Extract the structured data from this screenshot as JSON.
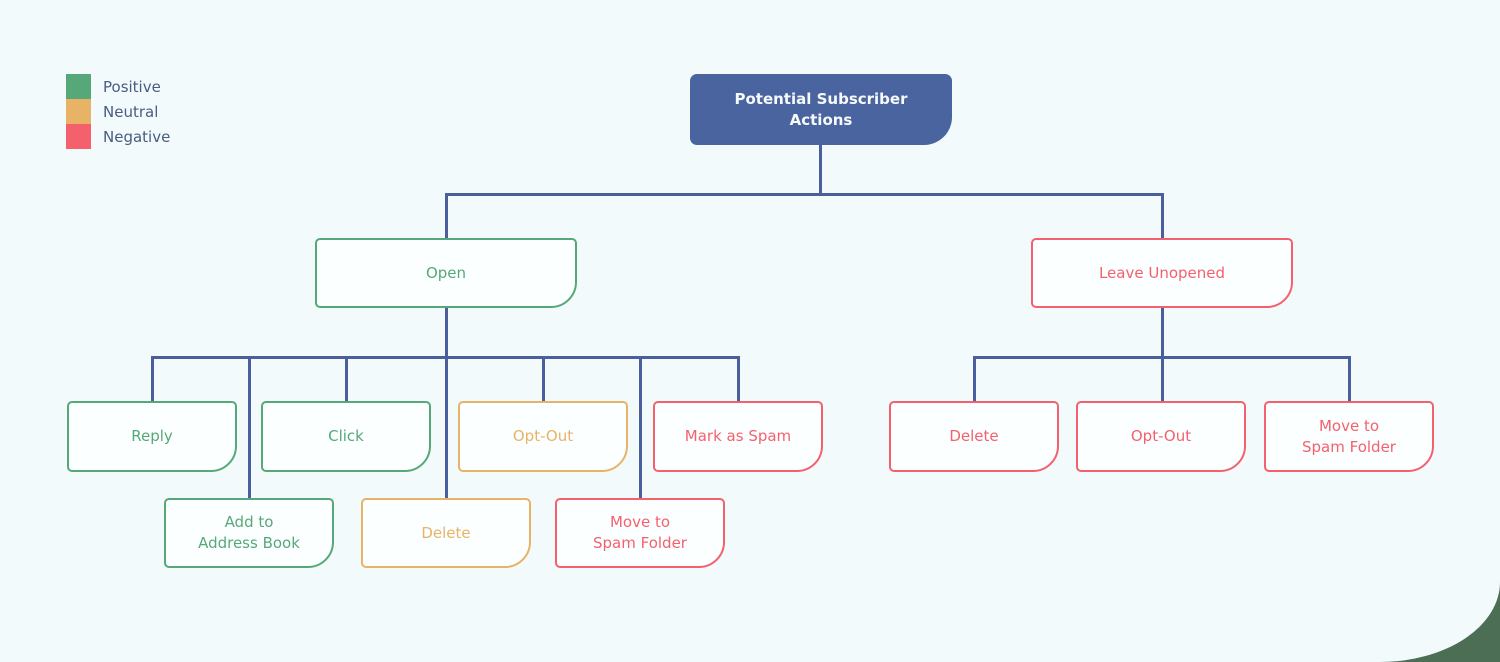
{
  "title": "Potential Subscriber Actions flowchart",
  "colors": {
    "positive": "#57a878",
    "neutral": "#e8b366",
    "negative": "#f4616d",
    "root": "#4a64a0",
    "line": "#4a5f9c",
    "legendtext": "#4a5c80",
    "bg": "#f2fafc",
    "corner": "#4c6e55",
    "nodefill": "#fcffff"
  },
  "legend": {
    "items": [
      {
        "label": "Positive",
        "color": "#57a878"
      },
      {
        "label": "Neutral",
        "color": "#e8b366"
      },
      {
        "label": "Negative",
        "color": "#f4616d"
      }
    ]
  },
  "tree": {
    "root": {
      "label": [
        "Potential Subscriber",
        "Actions"
      ]
    },
    "branches": [
      {
        "label": "Open",
        "sentiment": "positive",
        "children": [
          {
            "label": "Reply",
            "sentiment": "positive"
          },
          {
            "label": [
              "Add to",
              "Address Book"
            ],
            "sentiment": "positive"
          },
          {
            "label": "Click",
            "sentiment": "positive"
          },
          {
            "label": "Delete",
            "sentiment": "neutral"
          },
          {
            "label": "Opt-Out",
            "sentiment": "neutral"
          },
          {
            "label": [
              "Move to",
              "Spam Folder"
            ],
            "sentiment": "negative"
          },
          {
            "label": "Mark as Spam",
            "sentiment": "negative"
          }
        ]
      },
      {
        "label": "Leave Unopened",
        "sentiment": "negative",
        "children": [
          {
            "label": "Delete",
            "sentiment": "negative"
          },
          {
            "label": "Opt-Out",
            "sentiment": "negative"
          },
          {
            "label": [
              "Move to",
              "Spam Folder"
            ],
            "sentiment": "negative"
          }
        ]
      }
    ]
  }
}
